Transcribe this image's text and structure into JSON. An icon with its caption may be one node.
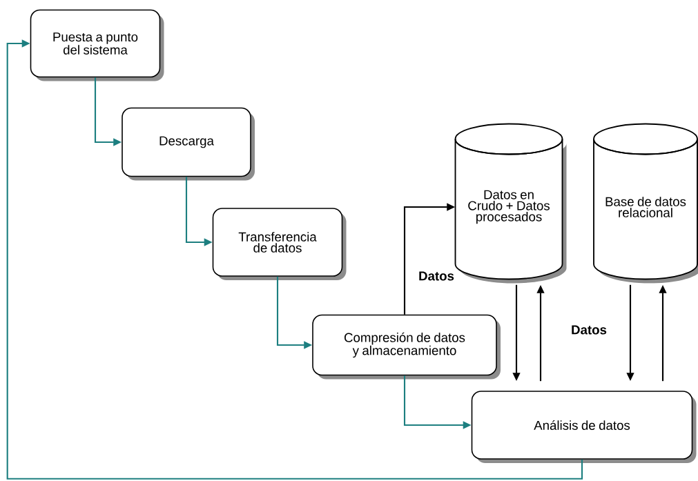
{
  "diagram": {
    "nodes": [
      {
        "text": [
          "Puesta a punto del sistema"
        ]
      },
      {
        "text": [
          "Descarga"
        ]
      },
      {
        "text": [
          "Transferencia de datos"
        ]
      },
      {
        "text": [
          "Compresión de datos y almacenamiento"
        ]
      },
      {
        "text": [
          "Datos en Crudo + Datos procesados"
        ]
      },
      {
        "text": [
          "Base de datos relacional"
        ]
      },
      {
        "text": [
          "Análisis de datos"
        ]
      }
    ],
    "edges": [
      {
        "from": 0,
        "to": 1,
        "arrow": "to",
        "color": "#1d7f80"
      },
      {
        "from": 1,
        "to": 2,
        "arrow": "to",
        "color": "#1d7f80"
      },
      {
        "from": 2,
        "to": 3,
        "arrow": "to",
        "color": "#1d7f80"
      },
      {
        "from": 3,
        "to": 6,
        "arrow": "to",
        "color": "#1d7f80"
      },
      {
        "from": 6,
        "to": 0,
        "arrow": "to",
        "color": "#1d7f80"
      },
      {
        "from": 3,
        "to": 4,
        "arrow": "to",
        "label": "Datos",
        "color": "#000000"
      },
      {
        "from": 4,
        "to": 6,
        "arrow": "to",
        "color": "#000000"
      },
      {
        "from": 6,
        "to": 4,
        "arrow": "to",
        "color": "#000000"
      },
      {
        "from": 5,
        "to": 6,
        "arrow": "to",
        "color": "#000000"
      },
      {
        "from": 6,
        "to": 5,
        "arrow": "to",
        "color": "#000000"
      }
    ],
    "labels": [
      "Datos"
    ]
  }
}
